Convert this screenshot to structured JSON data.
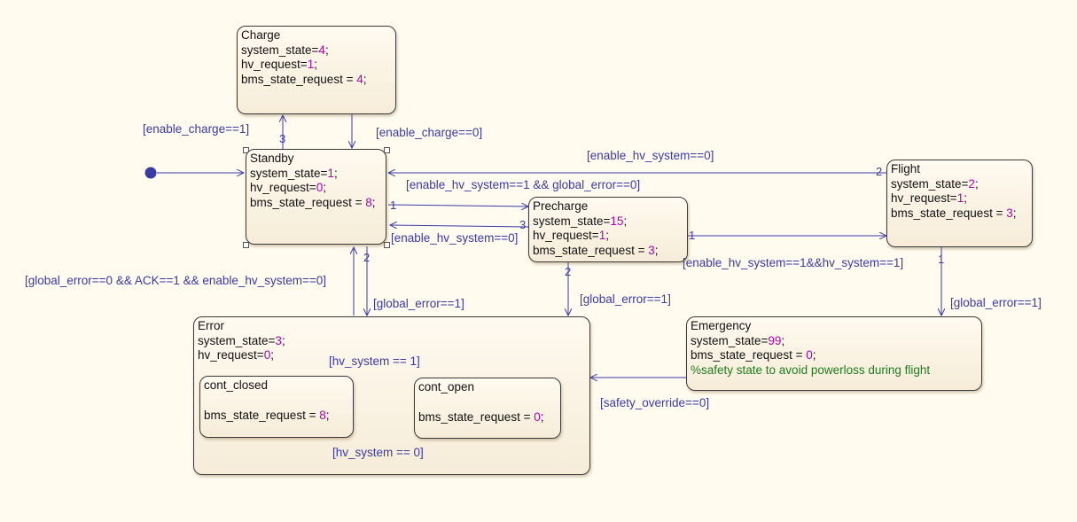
{
  "states": {
    "charge": {
      "title": "Charge",
      "lines": [
        [
          "system_state=",
          "4",
          ";"
        ],
        [
          "hv_request=",
          "1",
          ";"
        ],
        [
          "bms_state_request = ",
          "4",
          ";"
        ]
      ]
    },
    "standby": {
      "title": "Standby",
      "lines": [
        [
          "system_state=",
          "1",
          ";"
        ],
        [
          "hv_request=",
          "0",
          ";"
        ],
        [
          "bms_state_request = ",
          "8",
          ";"
        ]
      ]
    },
    "flight": {
      "title": "Flight",
      "lines": [
        [
          "system_state=",
          "2",
          ";"
        ],
        [
          "hv_request=",
          "1",
          ";"
        ],
        [
          "bms_state_request = ",
          "3",
          ";"
        ]
      ]
    },
    "precharge": {
      "title": "Precharge",
      "lines": [
        [
          "system_state=",
          "15",
          ";"
        ],
        [
          "hv_request=",
          "1",
          ";"
        ],
        [
          "bms_state_request = ",
          "3",
          ";"
        ]
      ]
    },
    "error": {
      "title": "Error",
      "lines": [
        [
          "system_state=",
          "3",
          ";"
        ],
        [
          "hv_request=",
          "0",
          ";"
        ]
      ]
    },
    "emergency": {
      "title": "Emergency",
      "lines": [
        [
          "system_state=",
          "99",
          ";"
        ],
        [
          "bms_state_request = ",
          "0",
          ";"
        ]
      ],
      "comment": "%safety state to avoid powerloss during flight"
    },
    "cont_closed": {
      "title": "cont_closed",
      "lines": [
        [
          "bms_state_request = ",
          "8",
          ";"
        ]
      ]
    },
    "cont_open": {
      "title": "cont_open",
      "lines": [
        [
          "bms_state_request = ",
          "0",
          ";"
        ]
      ]
    }
  },
  "transitions": {
    "enable_charge_1": "[enable_charge==1]",
    "enable_charge_0": "[enable_charge==0]",
    "enable_hv_system_0_top": "[enable_hv_system==0]",
    "hv_and_no_error": "[enable_hv_system==1 && global_error==0]",
    "enable_hv_system_0_mid": "[enable_hv_system==0]",
    "hv_and_hv_system": "[enable_hv_system==1&&hv_system==1]",
    "reset_condition": "[global_error==0 && ACK==1 && enable_hv_system==0]",
    "global_error_standby": "[global_error==1]",
    "global_error_precharge": "[global_error==1]",
    "global_error_flight": "[global_error==1]",
    "safety_override": "[safety_override==0]",
    "hv_system_1": "[hv_system == 1]",
    "hv_system_0": "[hv_system == 0]"
  },
  "priorities": {
    "charge_up": "3",
    "standby_precharge": "1",
    "precharge_standby": "3",
    "standby_error": "2",
    "precharge_error": "2",
    "precharge_flight": "1",
    "flight_standby": "2",
    "flight_emergency": "1"
  },
  "colors": {
    "transition": "#3a3aa8",
    "junction": "#3b3ba6",
    "number": "#b000b0",
    "comment": "#1e7d1e",
    "background": "#fffbef"
  }
}
